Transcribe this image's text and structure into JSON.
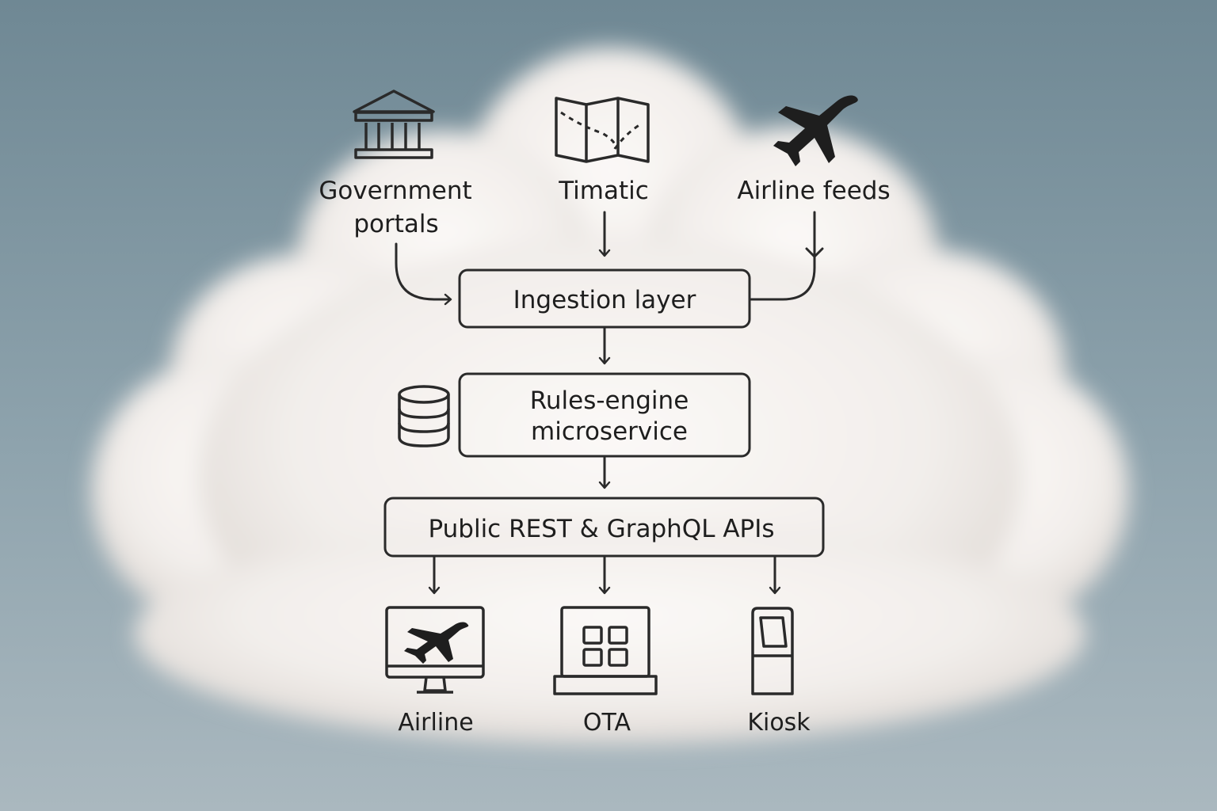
{
  "sources": {
    "government": {
      "line1": "Government",
      "line2": "portals",
      "icon": "government-building-icon"
    },
    "timatic": {
      "label": "Timatic",
      "icon": "folded-map-icon"
    },
    "airline_feeds": {
      "label": "Airline feeds",
      "icon": "airplane-icon"
    }
  },
  "layers": {
    "ingestion": "Ingestion layer",
    "rules_engine": {
      "line1": "Rules-engine",
      "line2": "microservice",
      "icon": "database-icon"
    },
    "public_api": "Public REST & GraphQL APIs"
  },
  "consumers": {
    "airline": {
      "label": "Airline",
      "icon": "desktop-monitor-airplane-icon"
    },
    "ota": {
      "label": "OTA",
      "icon": "laptop-grid-icon"
    },
    "kiosk": {
      "label": "Kiosk",
      "icon": "kiosk-icon"
    }
  },
  "colors": {
    "stroke": "#2a2a2a",
    "cloud": "#f4f1ee",
    "sky_top": "#6f8894",
    "sky_bottom": "#aab8bf"
  }
}
